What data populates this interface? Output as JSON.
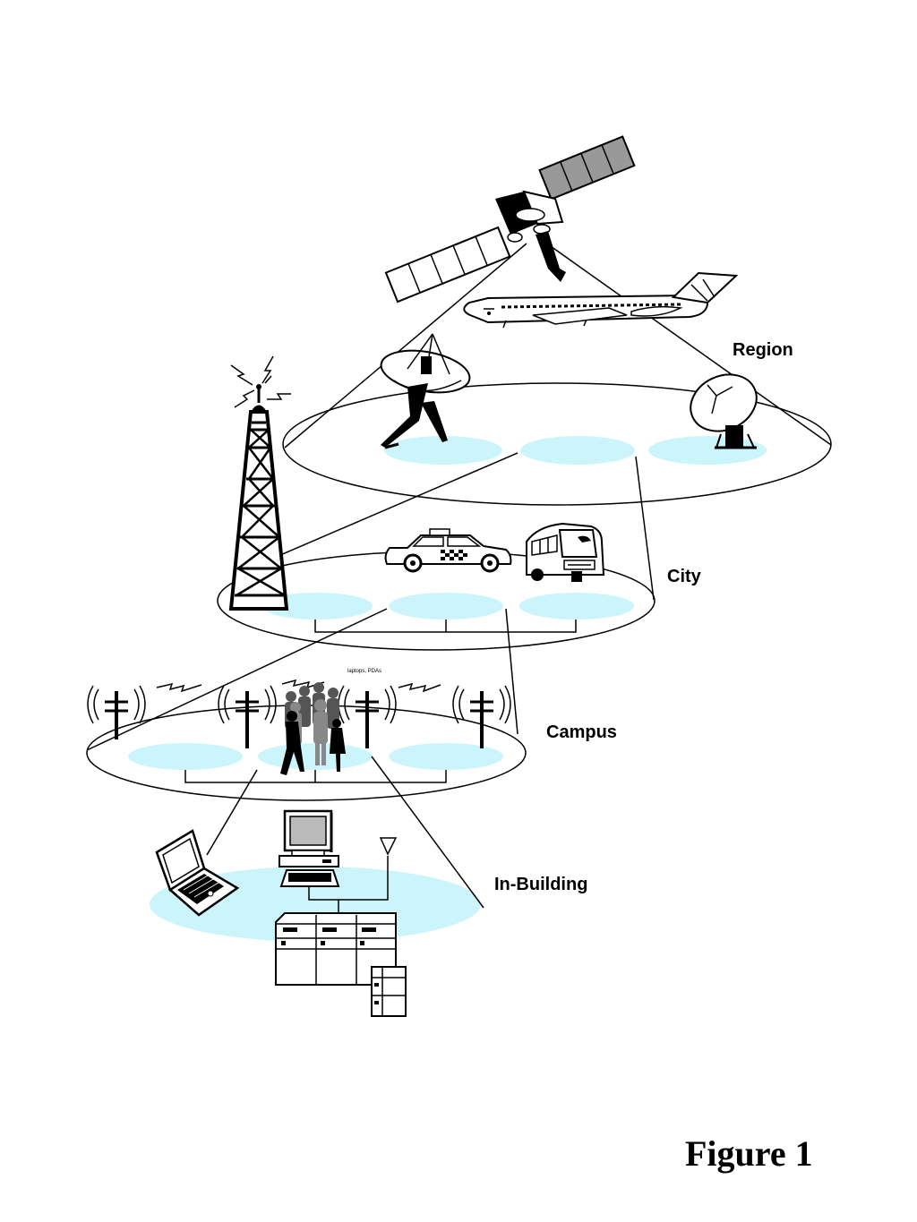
{
  "labels": {
    "region": "Region",
    "city": "City",
    "campus": "Campus",
    "in_building": "In-Building",
    "laptops_pdas": "laptops, PDAs"
  },
  "figure_label": "Figure 1",
  "colors": {
    "cell_fill": "#ccf5fb",
    "line": "#000000",
    "background": "#ffffff"
  },
  "icons": [
    "satellite-icon",
    "airplane-icon",
    "satellite-dish-icon",
    "radio-tower-icon",
    "taxi-icon",
    "bus-icon",
    "antenna-icon",
    "people-icon",
    "laptop-icon",
    "desktop-computer-icon",
    "server-rack-icon"
  ]
}
